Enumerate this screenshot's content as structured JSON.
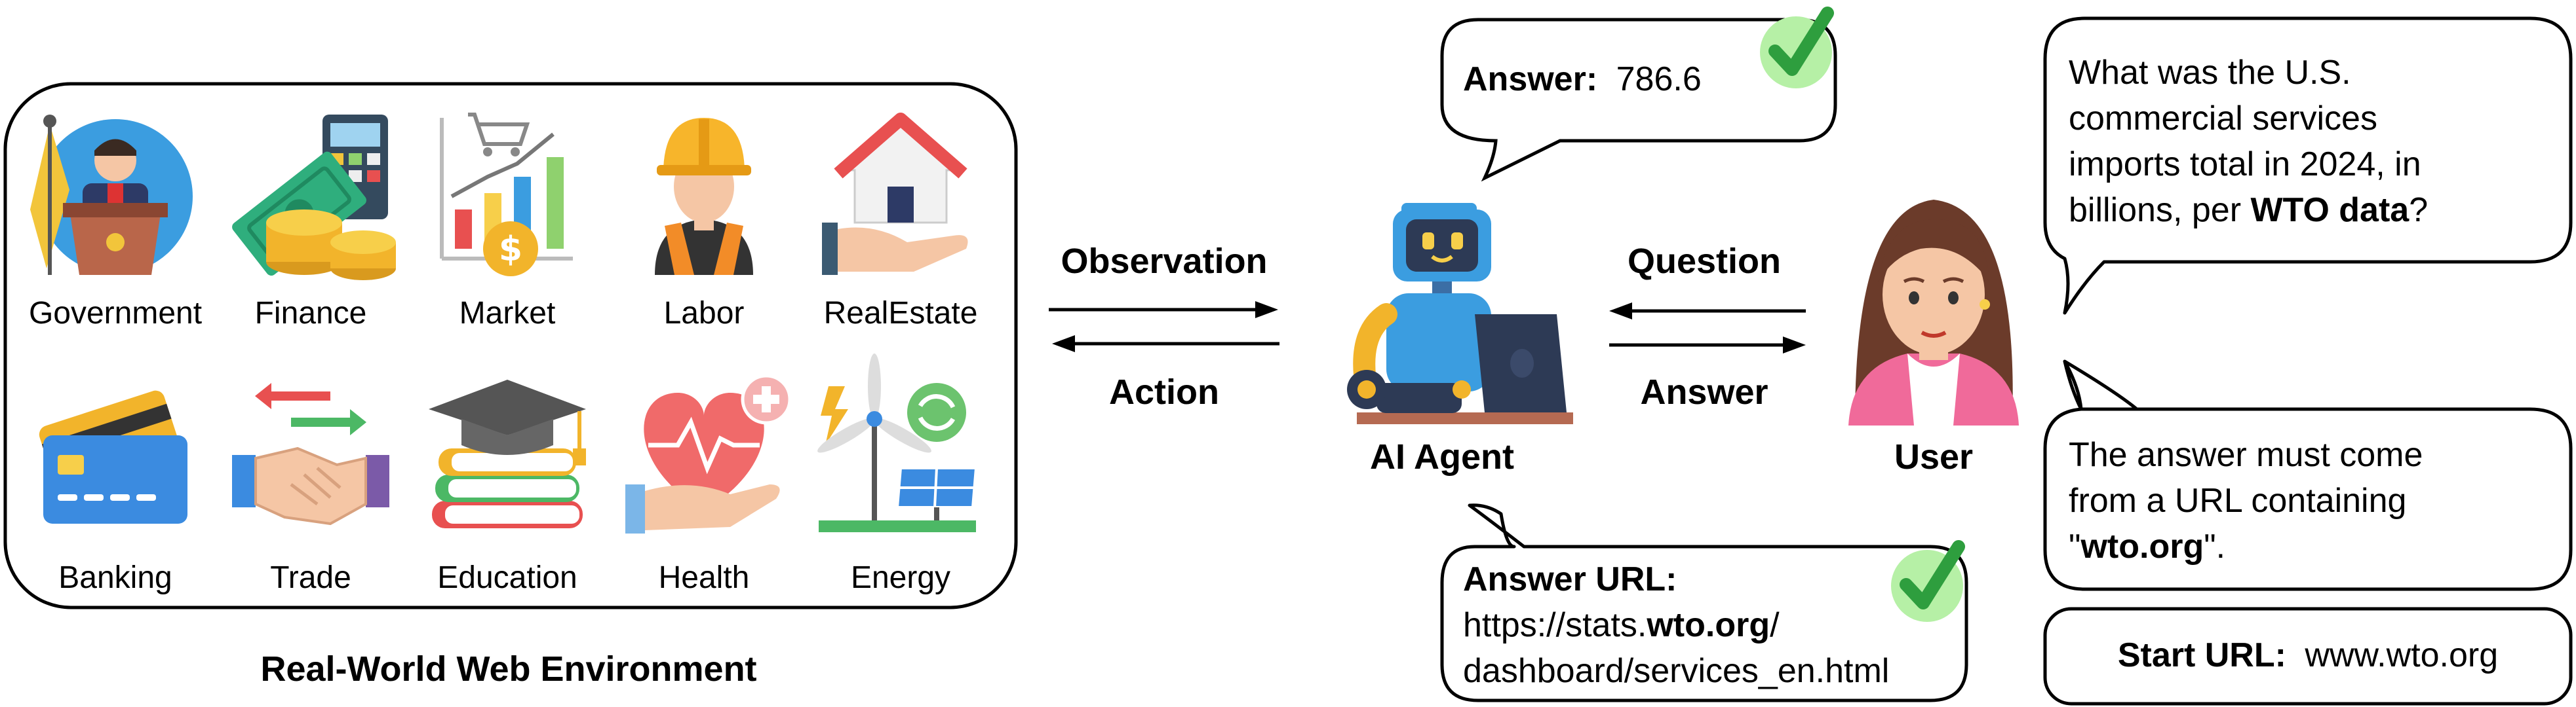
{
  "environment": {
    "caption": "Real-World Web Environment",
    "categories": [
      {
        "label": "Government",
        "icon": "government-icon"
      },
      {
        "label": "Finance",
        "icon": "finance-icon"
      },
      {
        "label": "Market",
        "icon": "market-icon"
      },
      {
        "label": "Labor",
        "icon": "labor-icon"
      },
      {
        "label": "RealEstate",
        "icon": "realestate-icon"
      },
      {
        "label": "Banking",
        "icon": "banking-icon"
      },
      {
        "label": "Trade",
        "icon": "trade-icon"
      },
      {
        "label": "Education",
        "icon": "education-icon"
      },
      {
        "label": "Health",
        "icon": "health-icon"
      },
      {
        "label": "Energy",
        "icon": "energy-icon"
      }
    ]
  },
  "arrows": {
    "observation": "Observation",
    "action": "Action",
    "question": "Question",
    "answer": "Answer"
  },
  "agent": {
    "label": "AI Agent",
    "icon": "robot-icon"
  },
  "user": {
    "label": "User",
    "icon": "user-avatar-icon"
  },
  "answer_bubble": {
    "prefix": "Answer:",
    "value": "786.6",
    "icon": "check-icon"
  },
  "answer_url_bubble": {
    "title": "Answer URL:",
    "line1_a": "https://stats.",
    "line1_b": "wto.org",
    "line1_c": "/",
    "line2": "dashboard/services_en.html",
    "icon": "check-icon"
  },
  "question_bubble": {
    "line1": "What was the U.S.",
    "line2": "commercial services",
    "line3": "imports total in 2024, in",
    "line4_a": "billions, per ",
    "line4_b": "WTO data",
    "line4_c": "?"
  },
  "constraint_bubble": {
    "line1": "The answer must come",
    "line2": "from a URL containing",
    "line3_a": "\"",
    "line3_b": "wto.org",
    "line3_c": "\"."
  },
  "start_url_box": {
    "prefix": "Start URL:",
    "value": "www.wto.org"
  }
}
